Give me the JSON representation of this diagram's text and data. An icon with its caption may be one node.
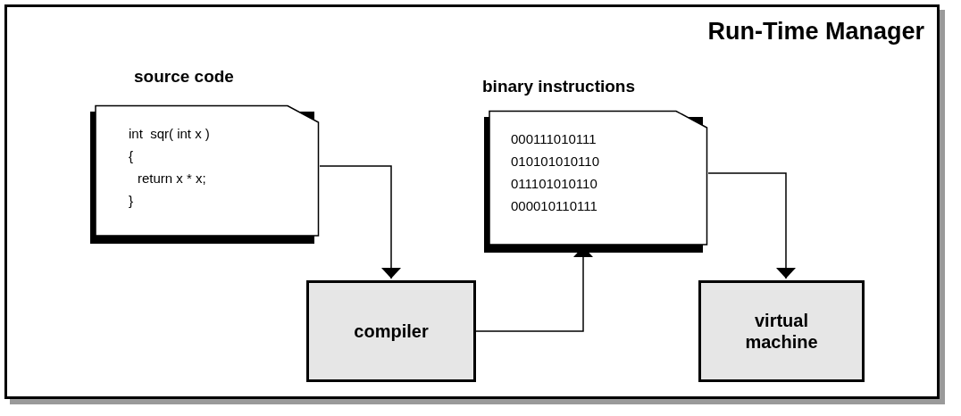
{
  "diagram": {
    "nodes": [
      {
        "text": [
          "Run-Time Manager"
        ]
      },
      {
        "text": [
          "source code",
          "int  sqr( int x )",
          "{",
          "return x * x;",
          "}"
        ],
        "in": 0
      },
      {
        "text": [
          "binary instructions",
          "000111010111",
          "010101010110",
          "011101010110",
          "000010110111"
        ],
        "in": 0
      },
      {
        "text": [
          "compiler"
        ],
        "in": 0
      },
      {
        "text": [
          "virtual machine"
        ],
        "in": 0
      }
    ],
    "edges": [
      {
        "from": 1,
        "to": 3,
        "arrow": "to"
      },
      {
        "from": 3,
        "to": 2,
        "arrow": "to"
      },
      {
        "from": 2,
        "to": 4,
        "arrow": "to"
      }
    ]
  }
}
